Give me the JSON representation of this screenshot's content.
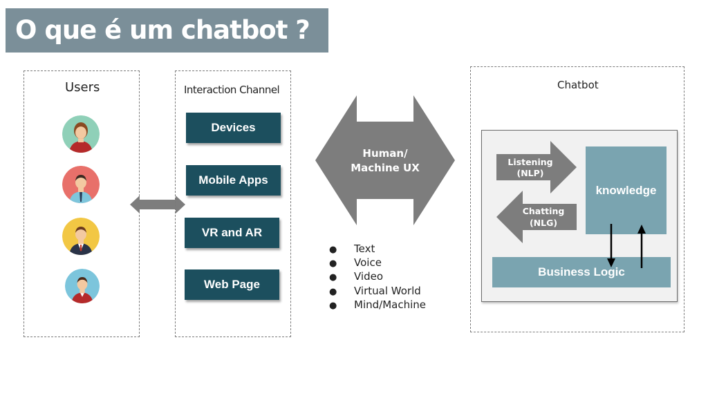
{
  "title": "O que é um chatbot ?",
  "users": {
    "label": "Users",
    "avatars": [
      "woman-avatar-icon",
      "man-blue-shirt-avatar-icon",
      "businessman-avatar-icon",
      "man-red-shirt-avatar-icon"
    ]
  },
  "channel": {
    "label": "Interaction Channel",
    "items": [
      "Devices",
      "Mobile Apps",
      "VR and AR",
      "Web Page"
    ]
  },
  "hmux": {
    "line1": "Human/",
    "line2": "Machine UX",
    "list": [
      "Text",
      "Voice",
      "Video",
      "Virtual World",
      "Mind/Machine"
    ]
  },
  "chatbot": {
    "label": "Chatbot",
    "listening_line1": "Listening",
    "listening_line2": "(NLP)",
    "chatting_line1": "Chatting",
    "chatting_line2": "(NLG)",
    "knowledge": "knowledge",
    "business_logic": "Business Logic"
  },
  "colors": {
    "title_bar": "#7b8f99",
    "channel_button": "#1c4f5e",
    "chatbot_block": "#7aa4b0",
    "arrow_gray": "#7d7d7d"
  },
  "bullet_glyph": "●"
}
